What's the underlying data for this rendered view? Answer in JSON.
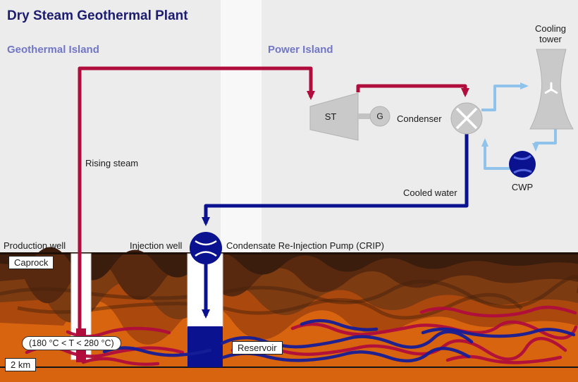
{
  "title": "Dry Steam Geothermal Plant",
  "sections": {
    "geothermal_island": "Geothermal Island",
    "power_island": "Power Island"
  },
  "components": {
    "steam_turbine": "ST",
    "generator": "G",
    "condenser": "Condenser",
    "cooling_tower": "Cooling tower",
    "cwp": "CWP",
    "crip": "Condensate Re-Injection Pump (CRIP)"
  },
  "flows": {
    "rising_steam": "Rising steam",
    "cooled_water": "Cooled water"
  },
  "wells": {
    "production": "Production well",
    "injection": "Injection well"
  },
  "geology": {
    "caprock": "Caprock",
    "reservoir": "Reservoir",
    "temperature_range": "(180 °C < T < 280 °C)",
    "depth_marker": "2 km"
  },
  "colors": {
    "steam": "#b00d3c",
    "water": "#0a128f",
    "cooling": "#8fc3ec",
    "title": "#1c1c70",
    "island": "#7176c5",
    "component": "#c9c9c9"
  }
}
